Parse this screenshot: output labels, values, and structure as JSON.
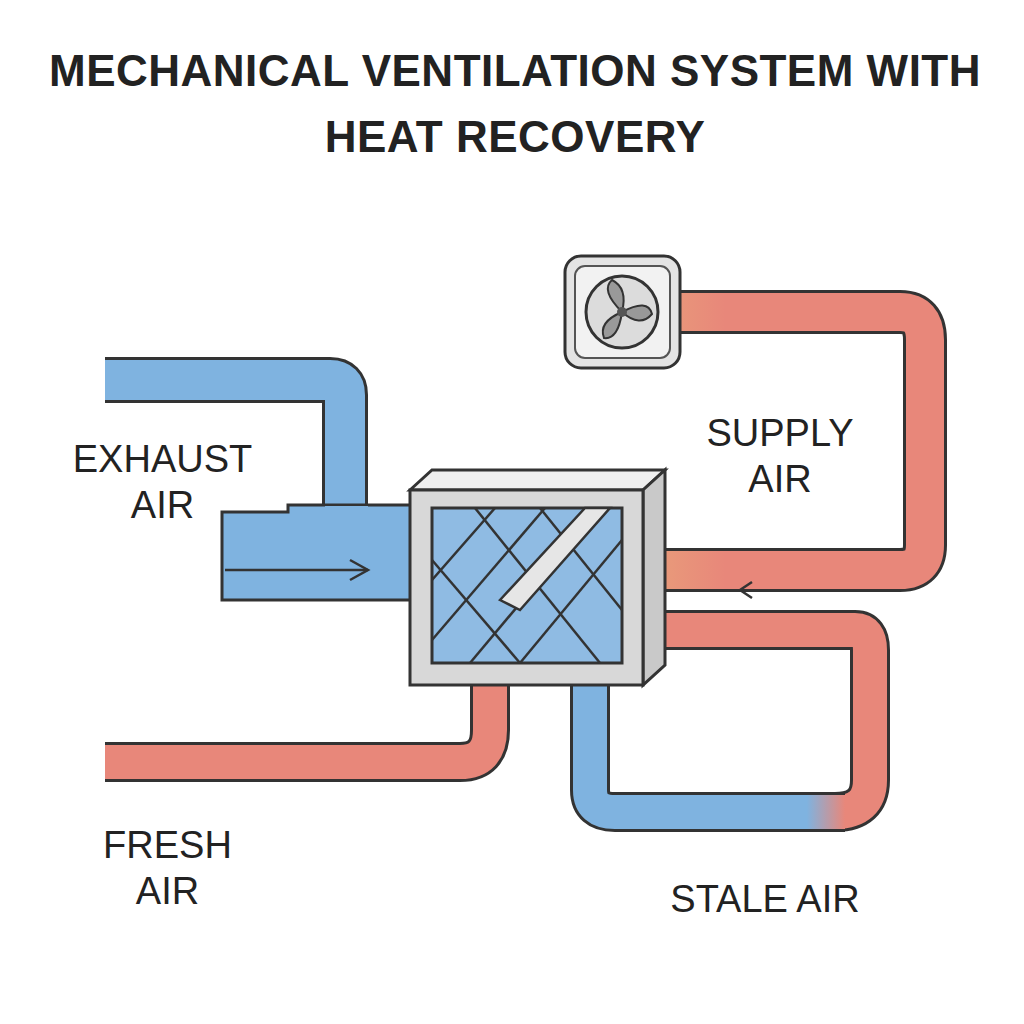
{
  "diagram": {
    "title": "MECHANICAL VENTILATION SYSTEM WITH HEAT RECOVERY",
    "labels": [
      "EXHAUST AIR",
      "SUPPLY AIR",
      "FRESH AIR",
      "STALE AIR"
    ]
  }
}
